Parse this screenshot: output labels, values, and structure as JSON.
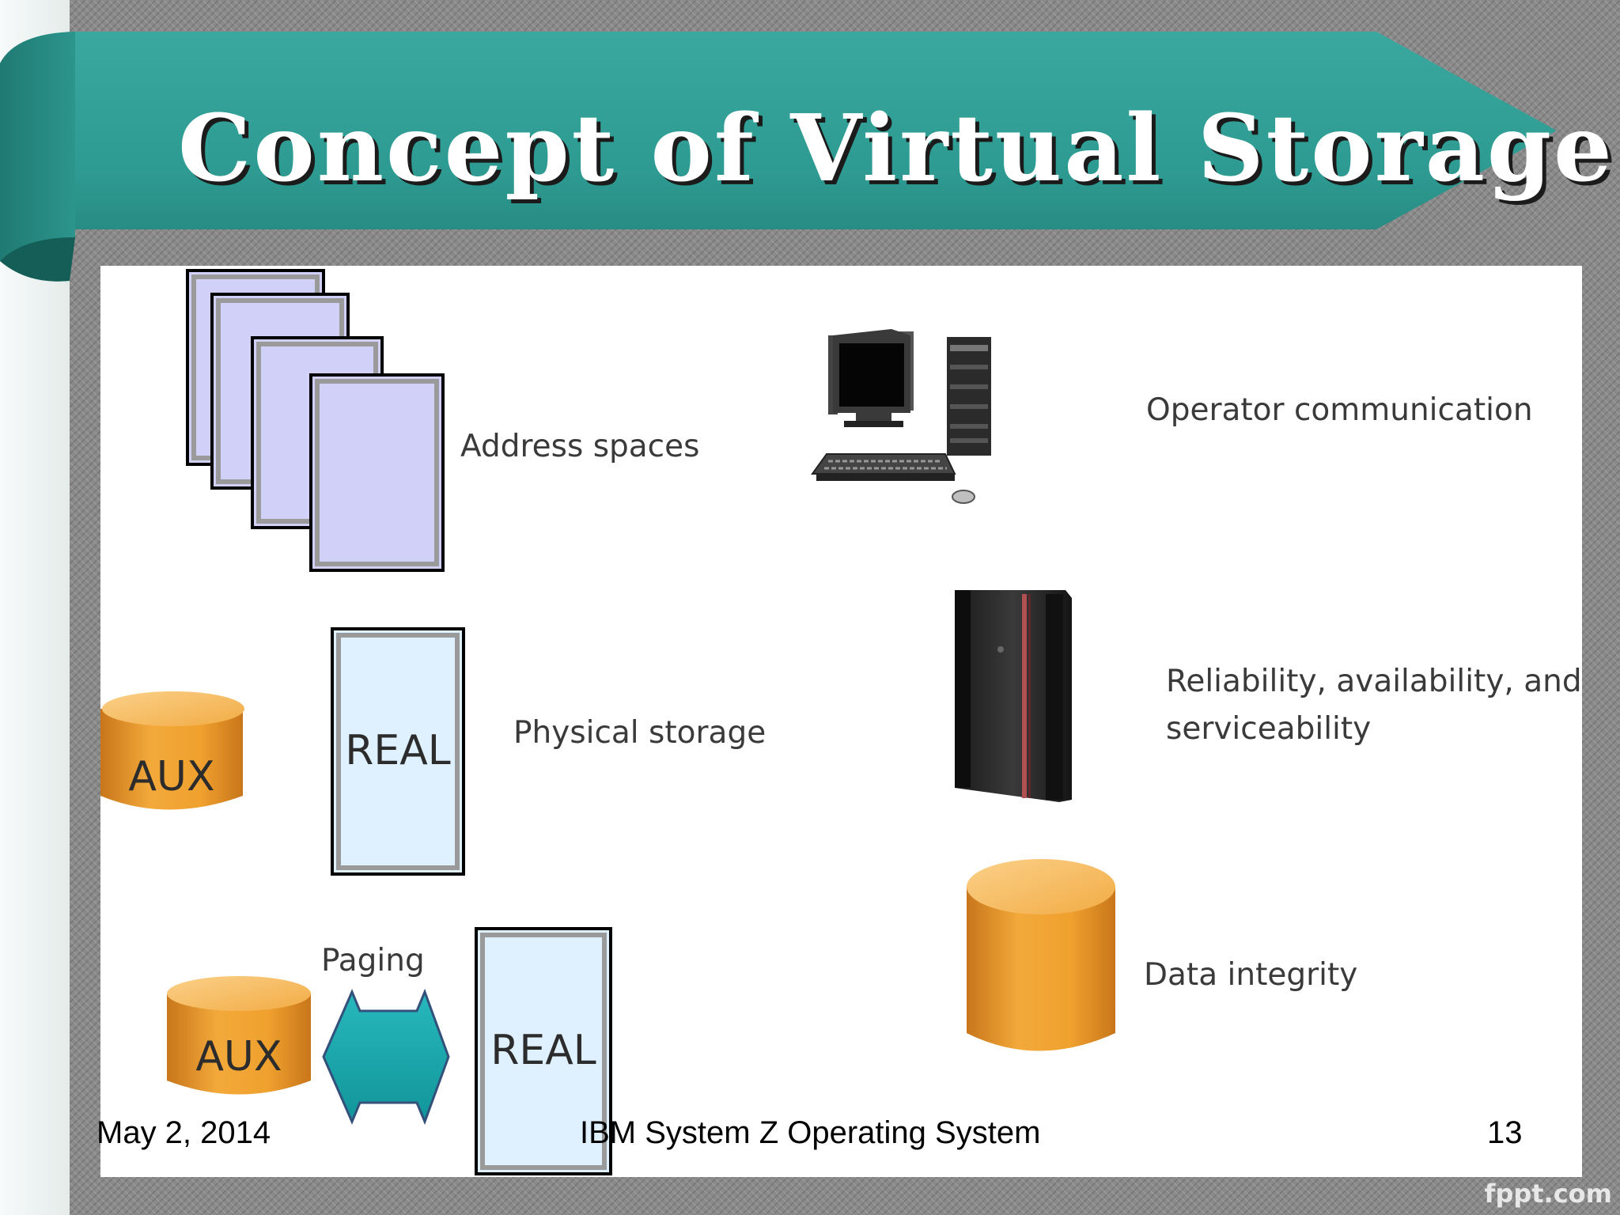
{
  "slide": {
    "title": "Concept of Virtual Storage",
    "footer": {
      "date": "May 2, 2014",
      "center": "IBM System Z Operating System",
      "page_number": "13"
    },
    "watermark": "fppt.com",
    "colors": {
      "banner_teal": "#2e9b92",
      "page_fill": "#d0d0f8",
      "real_fill": "#dff0ff",
      "cylinder_orange": "#f0a12e",
      "paging_arrow": "#1aa7ad"
    }
  },
  "diagram": {
    "labels": {
      "address_spaces": "Address spaces",
      "physical_storage": "Physical storage",
      "operator_communication": "Operator communication",
      "ras_line1": "Reliability, availability, and",
      "ras_line2": "serviceability",
      "data_integrity": "Data integrity",
      "paging": "Paging"
    },
    "boxes": {
      "real_1": "REAL",
      "real_2": "REAL",
      "aux_1": "AUX",
      "aux_2": "AUX"
    },
    "icons": {
      "pages": "stacked-pages-icon",
      "computer": "desktop-computer-icon",
      "mainframe": "mainframe-server-icon",
      "database": "database-cylinder-icon",
      "arrow": "double-arrow-icon"
    }
  }
}
